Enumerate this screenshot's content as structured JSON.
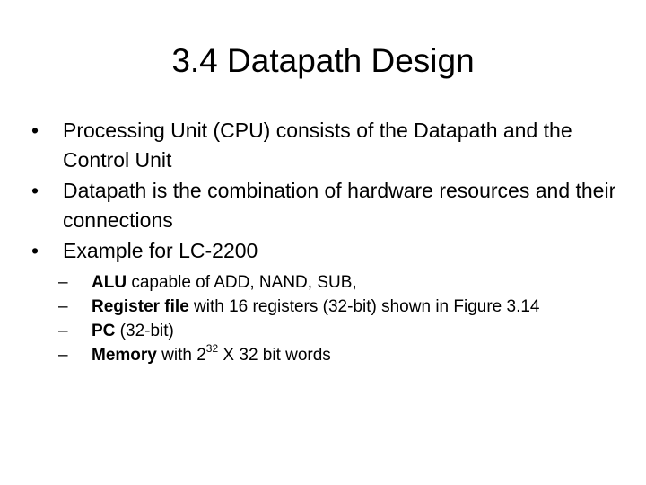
{
  "title": "3.4 Datapath Design",
  "bullet_glyph": "•",
  "dash_glyph": "–",
  "bullets": [
    "Processing Unit (CPU) consists of the Datapath and the Control Unit",
    "Datapath is the combination of hardware resources and their connections",
    "Example for LC-2200"
  ],
  "sub_items": [
    {
      "term": "ALU",
      "text": " capable of ADD, NAND, SUB,"
    },
    {
      "term": "Register file",
      "text": " with 16 registers (32-bit) shown in Figure 3.14"
    },
    {
      "term": "PC",
      "text": " (32-bit)"
    },
    {
      "term": "Memory",
      "text_before": " with 2",
      "exponent": "32",
      "text_after": " X 32 bit words"
    }
  ]
}
